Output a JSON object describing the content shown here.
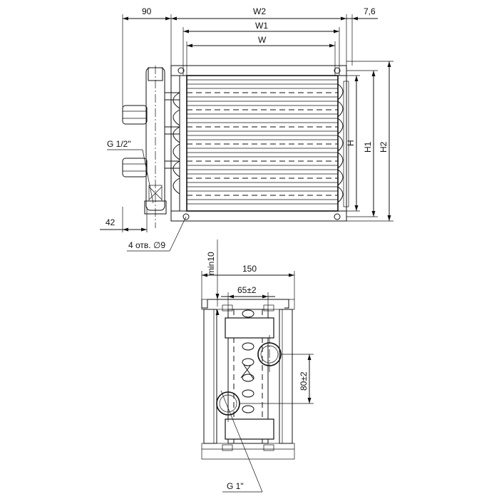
{
  "drawing": {
    "top_view": {
      "dim_90": "90",
      "dim_W2": "W2",
      "dim_7_6": "7,6",
      "dim_W1": "W1",
      "dim_W": "W",
      "dim_H": "H",
      "dim_H1": "H1",
      "dim_H2": "H2",
      "dim_42": "42",
      "thread_half": "G 1/2\"",
      "holes": "4 отв. ∅9"
    },
    "side_view": {
      "dim_min10": "min10",
      "dim_150": "150",
      "dim_65": "65±2",
      "dim_80": "80±2",
      "thread_one": "G 1\""
    }
  }
}
